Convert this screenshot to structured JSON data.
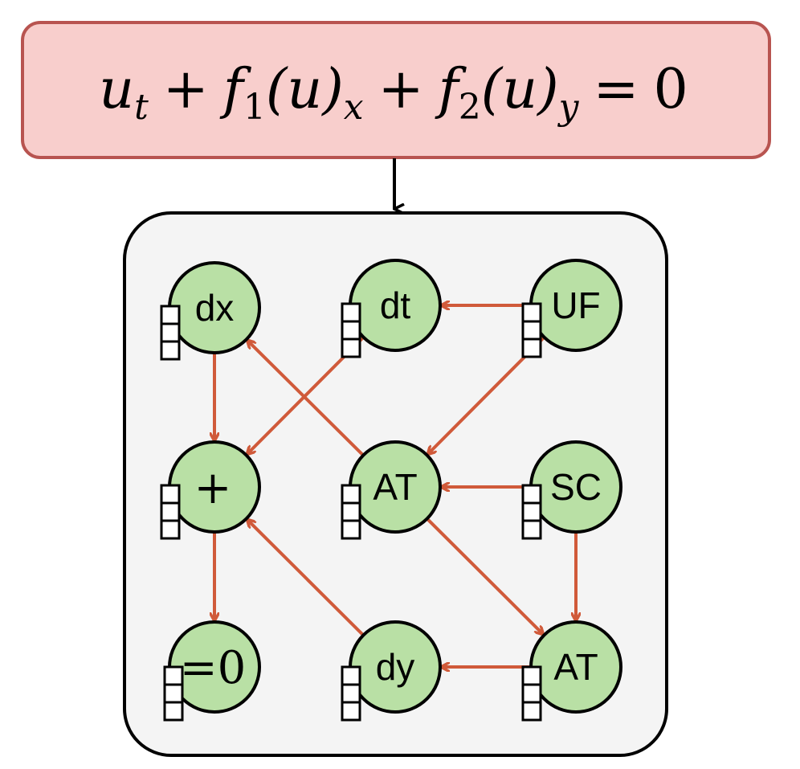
{
  "equation": {
    "parts": [
      "u",
      "t",
      "+",
      "f",
      "1",
      "(u)",
      "x",
      "+",
      "f",
      "2",
      "(u)",
      "y",
      "=",
      "0"
    ],
    "fill": "#f8cecc",
    "stroke": "#b85450"
  },
  "graph": {
    "panel_fill": "#f4f4f4",
    "panel_stroke": "#000000",
    "node_fill": "#b9e0a5",
    "node_stroke": "#000000",
    "edge_color": "#d05a3a",
    "nodes": [
      {
        "id": "dx",
        "label": "dx"
      },
      {
        "id": "dt",
        "label": "dt"
      },
      {
        "id": "uf",
        "label": "UF"
      },
      {
        "id": "plus",
        "label": "+"
      },
      {
        "id": "at1",
        "label": "AT"
      },
      {
        "id": "sc",
        "label": "SC"
      },
      {
        "id": "eq0",
        "label": "=0"
      },
      {
        "id": "dy",
        "label": "dy"
      },
      {
        "id": "at2",
        "label": "AT"
      }
    ],
    "edges": [
      {
        "from": "uf",
        "to": "dt"
      },
      {
        "from": "uf",
        "to": "at1"
      },
      {
        "from": "dt",
        "to": "plus"
      },
      {
        "from": "dx",
        "to": "plus"
      },
      {
        "from": "at1",
        "to": "dx"
      },
      {
        "from": "sc",
        "to": "at1"
      },
      {
        "from": "at1",
        "to": "at2"
      },
      {
        "from": "sc",
        "to": "at2"
      },
      {
        "from": "plus",
        "to": "eq0"
      },
      {
        "from": "dy",
        "to": "plus"
      },
      {
        "from": "at2",
        "to": "dy"
      }
    ]
  }
}
